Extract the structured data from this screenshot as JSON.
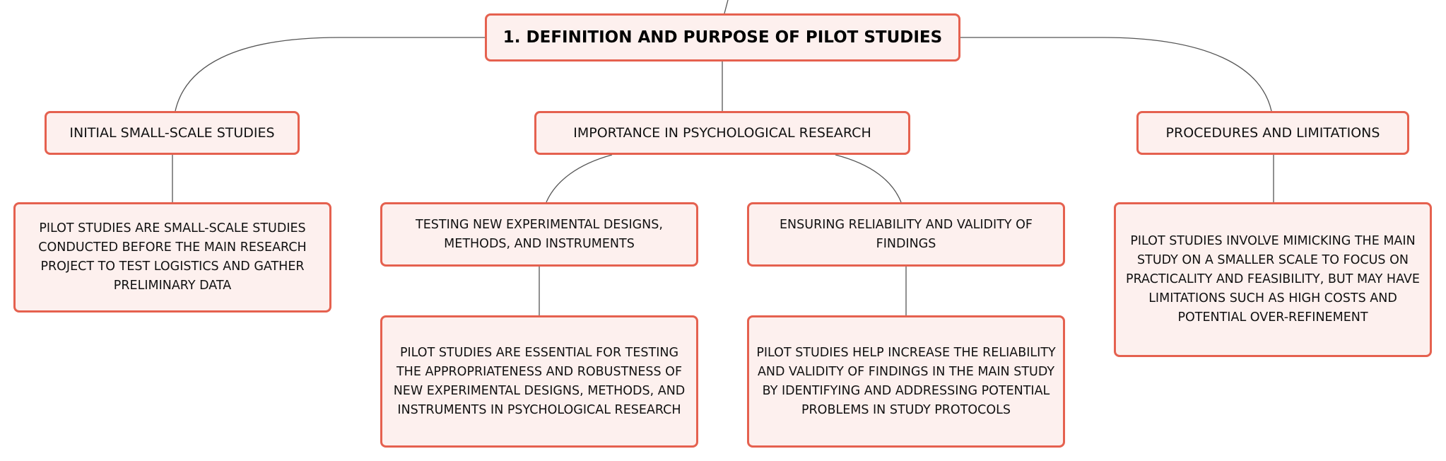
{
  "colors": {
    "node_fill": "#fdf0ee",
    "node_border": "#e5614f",
    "connector": "#555555",
    "text": "#111111"
  },
  "root": {
    "title": "1. DEFINITION AND PURPOSE OF PILOT STUDIES"
  },
  "topics": {
    "initial": {
      "title": "INITIAL SMALL-SCALE STUDIES",
      "detail": "PILOT STUDIES ARE SMALL-SCALE STUDIES CONDUCTED BEFORE THE MAIN RESEARCH PROJECT TO TEST LOGISTICS AND GATHER PRELIMINARY DATA"
    },
    "importance": {
      "title": "IMPORTANCE IN PSYCHOLOGICAL RESEARCH",
      "subtopics": [
        {
          "title": "TESTING NEW EXPERIMENTAL DESIGNS, METHODS, AND INSTRUMENTS",
          "detail": "PILOT STUDIES ARE ESSENTIAL FOR TESTING THE APPROPRIATENESS AND ROBUSTNESS OF NEW EXPERIMENTAL DESIGNS, METHODS, AND INSTRUMENTS IN PSYCHOLOGICAL RESEARCH"
        },
        {
          "title": "ENSURING RELIABILITY AND VALIDITY OF FINDINGS",
          "detail": "PILOT STUDIES HELP INCREASE THE RELIABILITY AND VALIDITY OF FINDINGS IN THE MAIN STUDY BY IDENTIFYING AND ADDRESSING POTENTIAL PROBLEMS IN STUDY PROTOCOLS"
        }
      ]
    },
    "procedures": {
      "title": "PROCEDURES AND LIMITATIONS",
      "detail": "PILOT STUDIES INVOLVE MIMICKING THE MAIN STUDY ON A SMALLER SCALE TO FOCUS ON PRACTICALITY AND FEASIBILITY, BUT MAY HAVE LIMITATIONS SUCH AS HIGH COSTS AND POTENTIAL OVER-REFINEMENT"
    }
  }
}
